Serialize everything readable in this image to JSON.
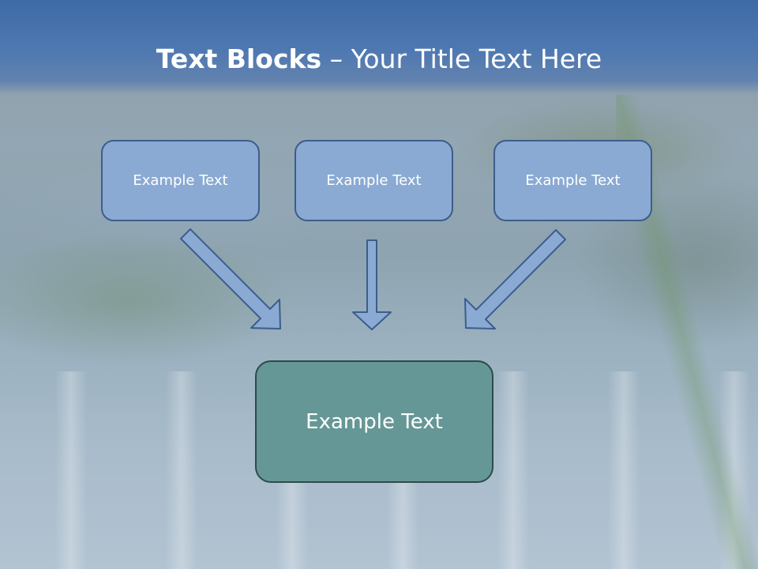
{
  "slide": {
    "title_bold": "Text Blocks",
    "title_separator": " – ",
    "title_rest": "Your Title Text Here"
  },
  "blocks": [
    {
      "label": "Example Text"
    },
    {
      "label": "Example Text"
    },
    {
      "label": "Example Text"
    }
  ],
  "target": {
    "label": "Example Text"
  },
  "colors": {
    "header": "#4f79b1",
    "block_fill": "#8aaad3",
    "block_border": "#3c5d8c",
    "target_fill": "#659796",
    "target_border": "#2f4a4a",
    "arrow_fill": "#8aaad3"
  }
}
